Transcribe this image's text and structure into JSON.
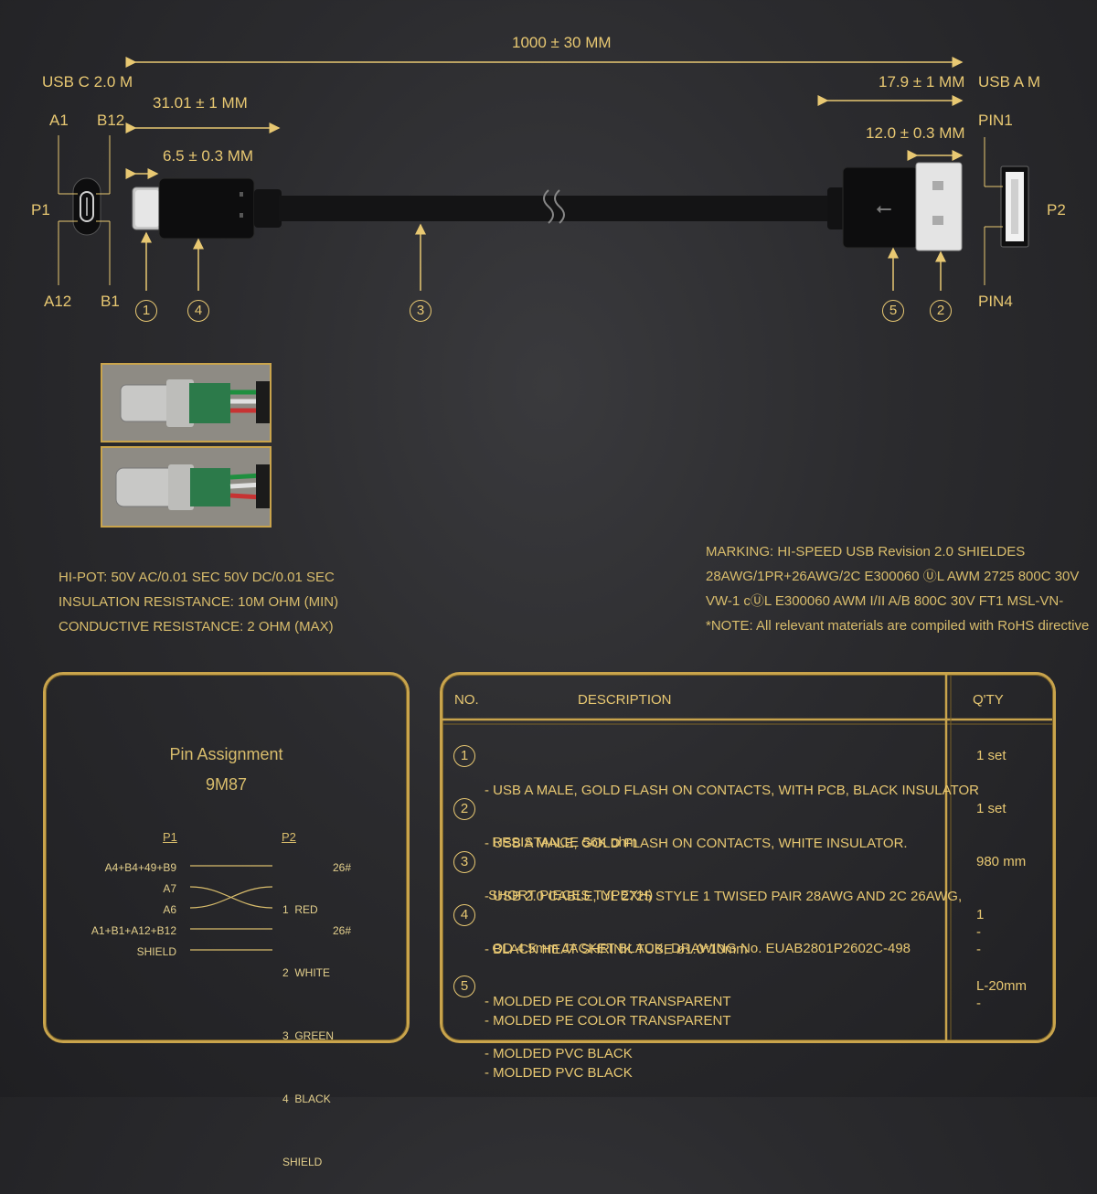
{
  "dimensions": {
    "total_length": "1000 ± 30 MM",
    "c_overmold": "31.01 ± 1 MM",
    "c_plug": "6.5 ± 0.3 MM",
    "a_overmold": "17.9 ± 1 MM",
    "a_plug": "12.0 ± 0.3 MM"
  },
  "connectors": {
    "left_title": "USB C 2.0 M",
    "right_title": "USB A M",
    "left_pins": {
      "a1": "A1",
      "b12": "B12",
      "a12": "A12",
      "b1": "B1",
      "p1": "P1"
    },
    "right_pins": {
      "pin1": "PIN1",
      "pin4": "PIN4",
      "p2": "P2"
    }
  },
  "callouts": [
    "1",
    "4",
    "3",
    "5",
    "2"
  ],
  "specs_left": [
    "HI-POT: 50V AC/0.01 SEC 50V DC/0.01 SEC",
    "INSULATION RESISTANCE: 10M OHM (MIN)",
    "CONDUCTIVE RESISTANCE: 2 OHM (MAX)"
  ],
  "specs_right": [
    "MARKING: HI-SPEED USB Revision 2.0 SHIELDES",
    "28AWG/1PR+26AWG/2C E300060 ⓊL AWM 2725 800C 30V",
    "VW-1 cⓊL E300060 AWM I/II A/B 800C 30V FT1 MSL-VN-",
    "*NOTE: All relevant materials are compiled with RoHS directive"
  ],
  "pin_assignment": {
    "title": "Pin Assignment",
    "code": "9M87",
    "p1_header": "P1",
    "p2_header": "P2",
    "rows": [
      {
        "p1": "A4+B4+49+B9",
        "p2": "1  RED",
        "gauge": "26#"
      },
      {
        "p1": "A7",
        "p2": "2  WHITE",
        "gauge": ""
      },
      {
        "p1": "A6",
        "p2": "3  GREEN",
        "gauge": ""
      },
      {
        "p1": "A1+B1+A12+B12",
        "p2": "4  BLACK",
        "gauge": "26#"
      },
      {
        "p1": "SHIELD",
        "p2": "SHIELD",
        "gauge": ""
      }
    ]
  },
  "bom": {
    "headers": {
      "no": "NO.",
      "description": "DESCRIPTION",
      "qty": "Q'TY"
    },
    "rows": [
      {
        "no": "1",
        "lines": [
          "- USB A MALE, GOLD FLASH ON CONTACTS, WITH PCB, BLACK INSULATOR",
          "  RESISTANCE 56K ohm"
        ],
        "qty": [
          "1 set"
        ]
      },
      {
        "no": "2",
        "lines": [
          "- USB A MALE, GOLD FLASH ON CONTACTS, WHITE INSULATOR.",
          " SHORT PIECES TYPEXH)"
        ],
        "qty": [
          "1 set"
        ]
      },
      {
        "no": "3",
        "lines": [
          "- USB 2.0 CABLE, UL 2725 STYLE 1 TWISED PAIR 28AWG AND 2C 26AWG,",
          "  OD 4.5mm JACKET BLACK, DRAWING No. EUAB2801P2602C-498"
        ],
        "qty": [
          "980 mm"
        ]
      },
      {
        "no": "4",
        "lines": [
          "- BLACK HEAT SHRINK TUBE ø1.0*10mm",
          "- MOLDED PE COLOR TRANSPARENT",
          "- MOLDED PVC BLACK"
        ],
        "qty": [
          "1",
          "-",
          "-"
        ]
      },
      {
        "no": "5",
        "lines": [
          "- MOLDED PE COLOR TRANSPARENT",
          "- MOLDED PVC BLACK"
        ],
        "qty": [
          "L-20mm",
          "-"
        ]
      }
    ]
  },
  "colors": {
    "accent": "#e8c872",
    "frame": "#c9a44c",
    "background": "#2b2b2e"
  }
}
